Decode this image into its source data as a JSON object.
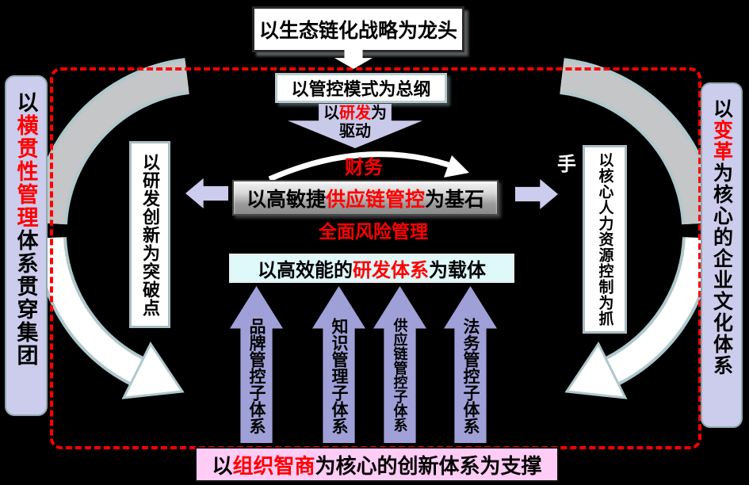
{
  "colors": {
    "background": "#000000",
    "dashed_border": "#FF0000",
    "lavender": "#CCCCEE",
    "purple_arrow": "#A0A0D8",
    "gray_box_top": "#F2F2F2",
    "gray_box_bottom": "#8A8A8A",
    "cyan_box": "#DFF8FA",
    "pink_box": "#FFCCF6",
    "highlight_text": "#FF0000"
  },
  "top_chain": {
    "strategy": "以生态链化战略为龙头",
    "governance": "以管控模式为总纲"
  },
  "rd_arrow": {
    "p1": "以",
    "hl": "研发",
    "p2": "为",
    "line2": "驱动"
  },
  "finance_label": "财务",
  "core_box": {
    "p1": "以高敏捷",
    "hl": "供应链管控",
    "p2": "为基石"
  },
  "risk_label": "全面风险管理",
  "carrier_box": {
    "p1": "以高效能的",
    "hl": "研发体系",
    "p2": "为载体"
  },
  "left_pillar": {
    "label": "以研发创新为突破点"
  },
  "right_pillar": {
    "box_text": "以核心人力资源控制为抓",
    "overflow_char": "手"
  },
  "up_arrows": [
    {
      "label": "品牌管控子体系"
    },
    {
      "label": "知识管理子体系"
    },
    {
      "label": "供应链管控子体系"
    },
    {
      "label": "法务管控子体系"
    }
  ],
  "left_sidebar": {
    "p1": "以",
    "hl": "横贯性管理",
    "p2": "体系贯穿集团"
  },
  "right_sidebar": {
    "p1": "以",
    "hl": "变革",
    "p2": "为核心的企业文化体系"
  },
  "bottom_box": {
    "p1": "以",
    "hl": "组织智商",
    "p2": "为核心的创新体系为支撑"
  }
}
